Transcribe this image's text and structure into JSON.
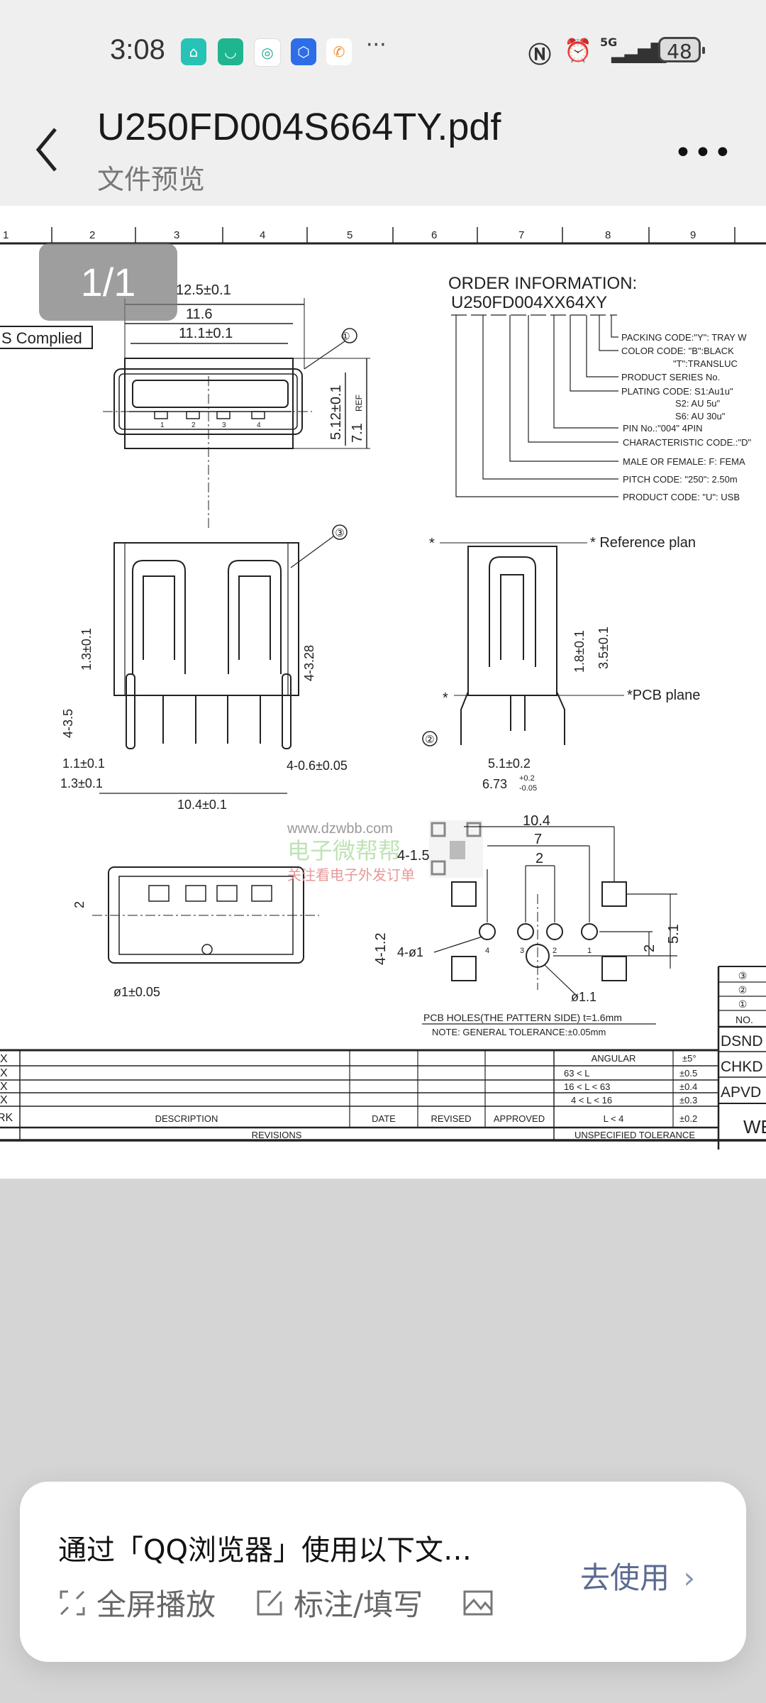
{
  "status_bar": {
    "time": "3:08",
    "battery": "48",
    "network": "5G",
    "more_notifications": "···",
    "notification_icons": [
      "home-app-icon",
      "mi-home-icon",
      "chat-app-icon",
      "shield-app-icon",
      "phone-app-icon"
    ]
  },
  "header": {
    "title": "U250FD004S664TY.pdf",
    "subtitle": "文件预览",
    "more": "•••"
  },
  "page_counter": "1/1",
  "drawing": {
    "columns": [
      "1",
      "2",
      "3",
      "4",
      "5",
      "6",
      "7",
      "8",
      "9"
    ],
    "rohs": "S Complied",
    "top_view": {
      "dim_a": "12.5±0.1",
      "dim_b": "11.6",
      "dim_c": "11.1±0.1",
      "dim_h1": "5.12±0.1",
      "dim_h2": "7.1",
      "ref": "REF",
      "balloon": "①",
      "pins": [
        "1",
        "2",
        "3",
        "4"
      ]
    },
    "order": {
      "heading": "ORDER INFORMATION:",
      "code": "U250FD004XX64XY",
      "packing": "PACKING CODE:\"Y\": TRAY W",
      "color": "COLOR CODE: \"B\":BLACK",
      "color2": "\"T\":TRANSLUC",
      "series": "PRODUCT SERIES No.",
      "plating": "PLATING CODE: S1:Au1u\"",
      "plating2": "S2: AU 5u\"",
      "plating3": "S6: AU 30u\"",
      "pin": "PIN No.:\"004\" 4PIN",
      "characteristic": "CHARACTERISTIC CODE.:\"D\"",
      "gender": "MALE OR FEMALE: F: FEMA",
      "pitch": "PITCH CODE: \"250\": 2.50m",
      "product": "PRODUCT CODE: \"U\": USB"
    },
    "front_view": {
      "balloon": "③",
      "d1": "1.3±0.1",
      "d2": "4-3.5",
      "d3": "4-3.28",
      "d4": "1.1±0.1",
      "d5": "1.3±0.1",
      "d6": "4-0.6±0.05",
      "d7": "10.4±0.1"
    },
    "side_view": {
      "star": "*",
      "ref_plane": "* Reference plan",
      "pcb_plane": "*PCB plane",
      "d1": "1.8±0.1",
      "d2": "3.5±0.1",
      "balloon": "②",
      "d3": "5.1±0.2",
      "d4": "6.73",
      "d4_plus": "+0.2",
      "d4_minus": "-0.05"
    },
    "bottom_view": {
      "d1": "2",
      "d2": "ø1±0.05"
    },
    "pcb": {
      "d1": "10.4",
      "d2": "7",
      "d3": "2",
      "d4": "4-1.5",
      "d5": "4-1.2",
      "d6": "5.1",
      "d7": "2",
      "holes": "4-ø1",
      "big_hole": "ø1.1",
      "pins": [
        "4",
        "3",
        "2",
        "1"
      ],
      "caption": "PCB HOLES(THE PATTERN SIDE) t=1.6mm",
      "note": "NOTE: GENERAL TOLERANCE:±0.05mm"
    },
    "watermark": {
      "url": "www.dzwbb.com",
      "name": "电子微帮帮",
      "slogan": "关注看电子外发订单"
    },
    "side_table": {
      "rows": [
        "③",
        "②",
        "①",
        "NO."
      ],
      "dsnd": "DSND",
      "chkd": "CHKD",
      "apvd": "APVD",
      "we": "WE"
    },
    "revisions": {
      "x_marks": [
        "X",
        "X",
        "X",
        "X",
        "RK"
      ],
      "description": "DESCRIPTION",
      "date": "DATE",
      "revised": "REVISED",
      "approved": "APPROVED",
      "title": "REVISIONS",
      "tolerance_title": "UNSPECIFIED TOLERANCE",
      "tolerances": [
        {
          "range": "ANGULAR",
          "value": "±5°"
        },
        {
          "range": "63 < L",
          "value": "±0.5"
        },
        {
          "range": "16 < L < 63",
          "value": "±0.4"
        },
        {
          "range": "4 < L < 16",
          "value": "±0.3"
        },
        {
          "range": "L < 4",
          "value": "±0.2"
        }
      ]
    }
  },
  "card": {
    "message": "通过「QQ浏览器」使用以下文…",
    "actions": [
      {
        "label": "全屏播放",
        "icon": "fullscreen-icon"
      },
      {
        "label": "标注/填写",
        "icon": "edit-icon"
      },
      {
        "label": "",
        "icon": "image-icon"
      }
    ],
    "go_label": "去使用",
    "go_chevron": "›"
  }
}
